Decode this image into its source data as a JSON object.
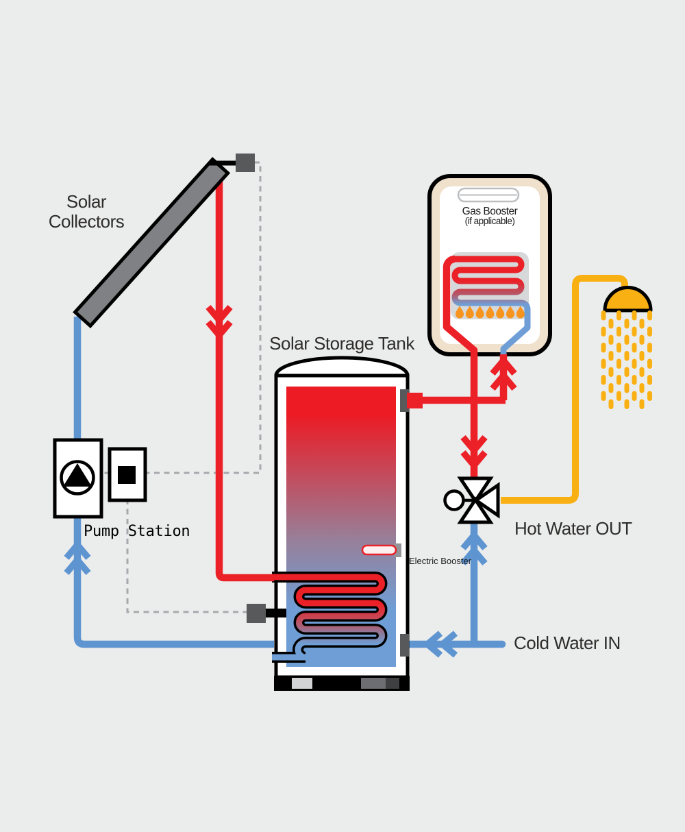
{
  "diagram": {
    "labels": {
      "solar_collectors": "Solar Collectors",
      "solar_storage_tank": "Solar Storage Tank",
      "gas_booster_title": "Gas Booster",
      "gas_booster_subtitle": "(if applicable)",
      "pump_station": "Pump Station",
      "electric_booster": "Electric Booster",
      "hot_water_out": "Hot Water OUT",
      "cold_water_in": "Cold Water IN"
    },
    "colors": {
      "hot": "#EC2027",
      "cold": "#5E95D1",
      "mix": "#F9B013",
      "flame": "#F7941D",
      "bg": "#EBECEC",
      "collector": "#808184",
      "sensor": "#58595B",
      "wire_dash": "#A7A9AC",
      "booster_shell": "#F0E1CC",
      "text": "#2E2D2C"
    },
    "icons": {
      "pump_icon": "black triangle in circle",
      "controller_icon": "black square in box",
      "flame_icon": "orange teardrop flames",
      "shower_head_icon": "yellow dome with droplets",
      "flow_arrow_icon": "double chevron along pipe",
      "tempering_valve_icon": "three-triangle mixing valve with handle circle",
      "temp_sensor_icon": "dark gray square"
    }
  }
}
